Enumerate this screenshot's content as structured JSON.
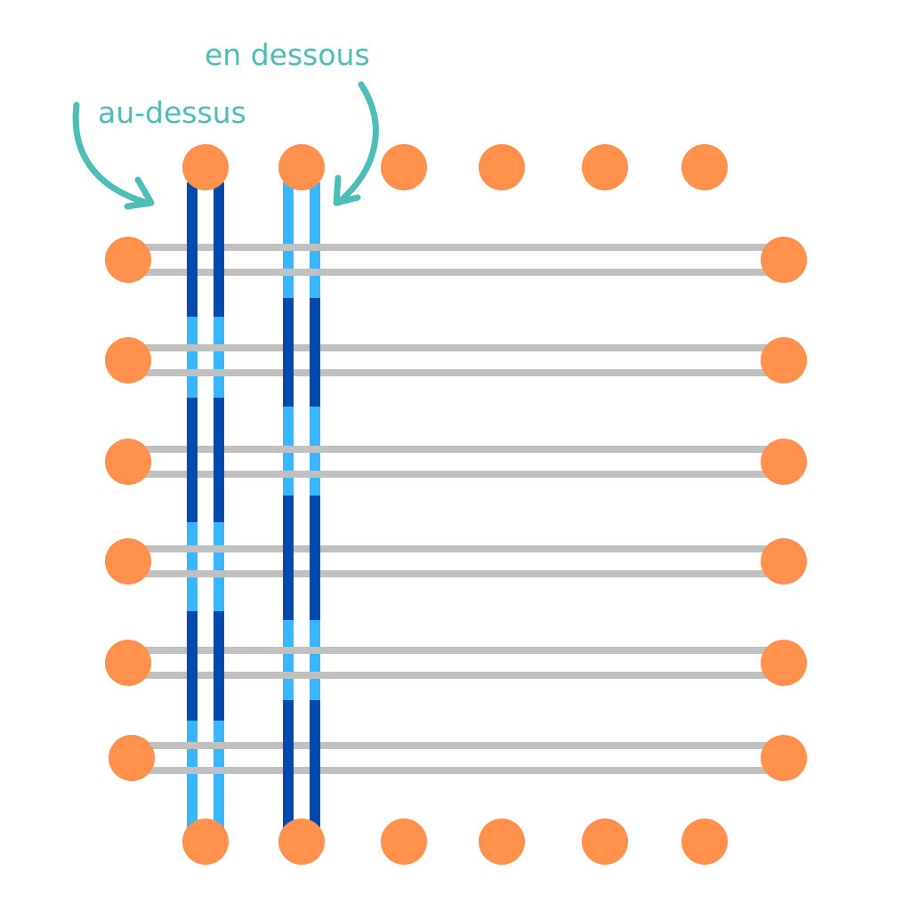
{
  "labels": {
    "over": "au-dessus",
    "under": "en dessous"
  },
  "colors": {
    "peg": "#ff914d",
    "weft": "#c0c0c0",
    "warp_over": "#004aad",
    "warp_under": "#38b6ff",
    "annotation": "#4dbdb6"
  },
  "pattern": {
    "rows": 6,
    "warp_columns": [
      {
        "states": [
          "over",
          "under",
          "over",
          "under",
          "over",
          "under"
        ]
      },
      {
        "states": [
          "under",
          "over",
          "under",
          "over",
          "under",
          "over"
        ]
      }
    ]
  }
}
